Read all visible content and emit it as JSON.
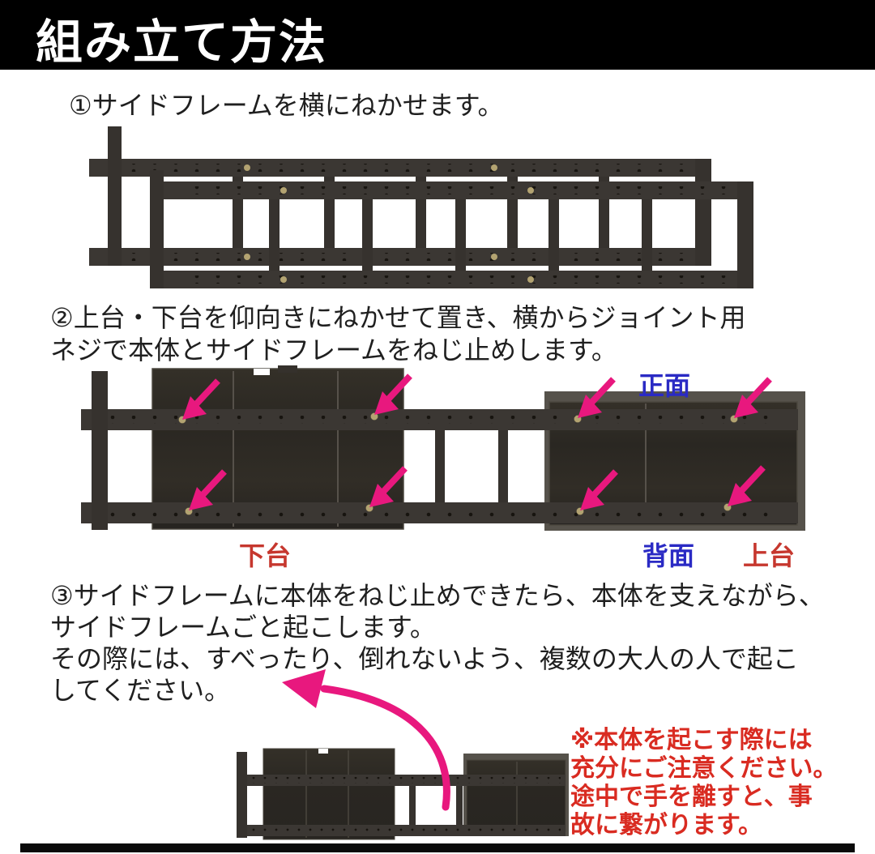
{
  "title": "組み立て方法",
  "steps": {
    "step1": {
      "line1": "①サイドフレームを横にねかせます。"
    },
    "step2": {
      "line1": "②上台・下台を仰向きにねかせて置き、横からジョイント用",
      "line2": "ネジで本体とサイドフレームをねじ止めします。"
    },
    "step3": {
      "line1": "③サイドフレームに本体をねじ止めできたら、本体を支えながら、",
      "line2": "サイドフレームごと起こします。",
      "line3": "その際には、すべったり、倒れないよう、複数の大人の人で起こ",
      "line4": "してください。"
    }
  },
  "diagram_labels": {
    "front": "正面",
    "back": "背面",
    "lower_base": "下台",
    "upper_base": "上台"
  },
  "warning": {
    "line1": "※本体を起こす際には",
    "line2": "充分にご注意ください。",
    "line3": "途中で手を離すと、事",
    "line4": "故に繋がります。"
  },
  "colors": {
    "banner_bg": "#000000",
    "title_text": "#ffffff",
    "body_text": "#1f1f1f",
    "label_blue": "#2a2ac4",
    "label_red": "#c6372e",
    "warning_red": "#d92b21",
    "arrow_pink": "#e8187e",
    "frame_dark": "#3b3733",
    "panel_dark": "#2d2a25"
  }
}
